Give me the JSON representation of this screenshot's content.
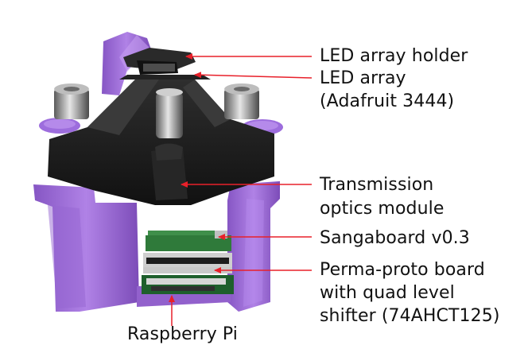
{
  "annotations": [
    {
      "id": "led-holder",
      "text": "LED array holder"
    },
    {
      "id": "led-array",
      "text": "LED array"
    },
    {
      "id": "led-array-part",
      "text": "(Adafruit 3444)"
    },
    {
      "id": "transmission-1",
      "text": "Transmission"
    },
    {
      "id": "transmission-2",
      "text": "optics module"
    },
    {
      "id": "sangaboard",
      "text": "Sangaboard v0.3"
    },
    {
      "id": "permaproto-1",
      "text": "Perma-proto board"
    },
    {
      "id": "permaproto-2",
      "text": "with quad level"
    },
    {
      "id": "permaproto-3",
      "text": "shifter (74AHCT125)"
    },
    {
      "id": "raspberry-pi",
      "text": "Raspberry Pi"
    }
  ],
  "colors": {
    "arrow": "#e8202a",
    "purple": "#a070d8",
    "purple_dark": "#7a4fb0",
    "black_body": "#1c1c1c",
    "pcb_green": "#2f7a3a",
    "metal": "#9a9a9a"
  }
}
